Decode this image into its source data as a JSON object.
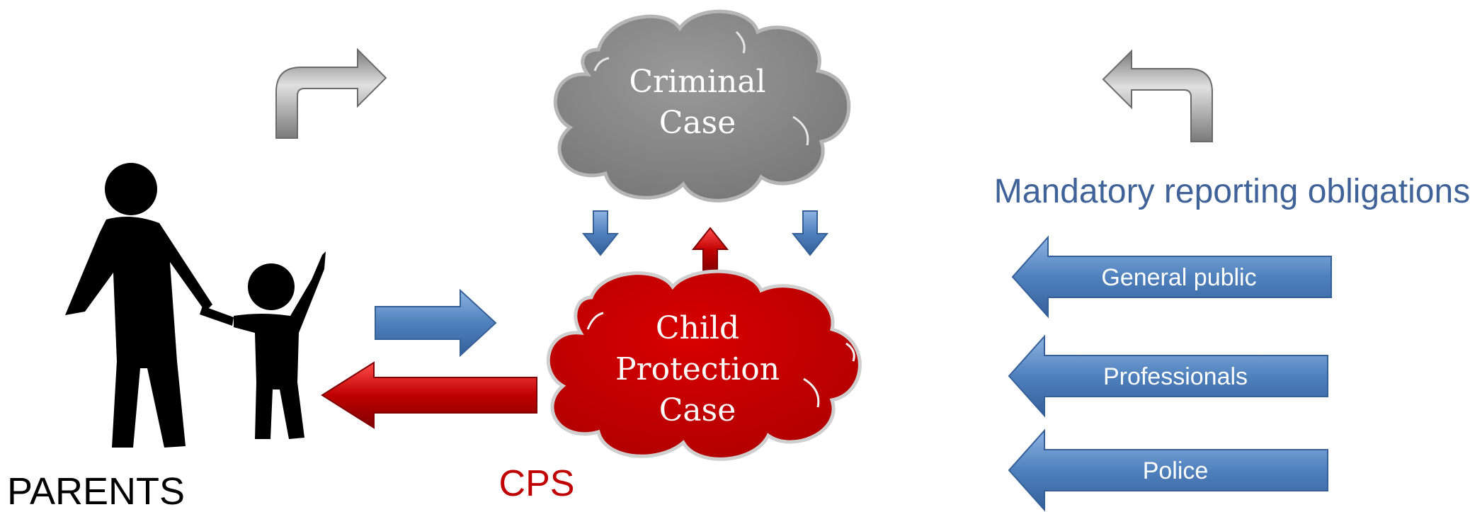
{
  "criminal_case": {
    "line1": "Criminal",
    "line2": "Case"
  },
  "child_protection_case": {
    "line1": "Child",
    "line2": "Protection",
    "line3": "Case"
  },
  "labels": {
    "mandatory_reporting": "Mandatory reporting obligations",
    "parents": "PARENTS",
    "cps": "CPS"
  },
  "reporters": [
    "General public",
    "Professionals",
    "Police"
  ],
  "colors": {
    "blue": "#4f81bd",
    "red": "#c00000",
    "grey": "#8c8c8c",
    "mandatory_text": "#3f6399",
    "cps_text": "#c00000",
    "parents_text": "#000000"
  }
}
